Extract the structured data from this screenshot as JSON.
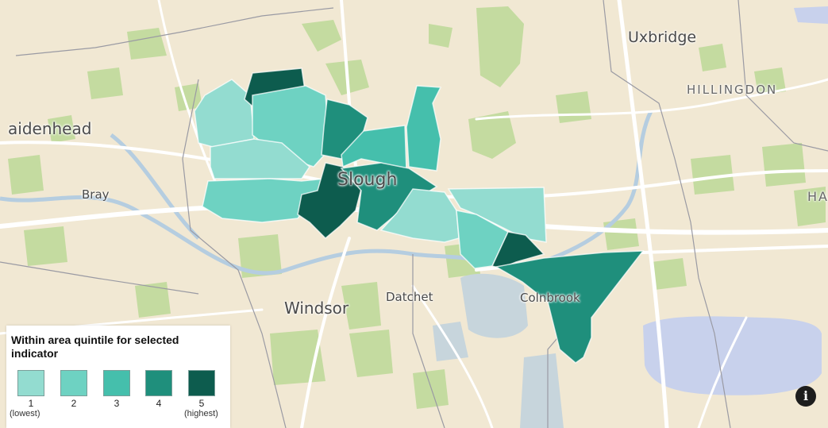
{
  "places": [
    {
      "key": "uxbridge",
      "label": "Uxbridge"
    },
    {
      "key": "hillingdon",
      "label": "HILLINGDON"
    },
    {
      "key": "maidenhead",
      "label": "aidenhead"
    },
    {
      "key": "bray",
      "label": "Bray"
    },
    {
      "key": "slough",
      "label": "Slough"
    },
    {
      "key": "ha",
      "label": "HA"
    },
    {
      "key": "windsor",
      "label": "Windsor"
    },
    {
      "key": "datchet",
      "label": "Datchet"
    },
    {
      "key": "colnbrook",
      "label": "Colnbrook"
    }
  ],
  "quintile_colors": [
    "#93dcd0",
    "#6ed2c2",
    "#45bfac",
    "#1f8f7c",
    "#0d5c4e"
  ],
  "legend": {
    "title": "Within area quintile for selected indicator",
    "items": [
      {
        "num": "1",
        "sub": "(lowest)"
      },
      {
        "num": "2",
        "sub": ""
      },
      {
        "num": "3",
        "sub": ""
      },
      {
        "num": "4",
        "sub": ""
      },
      {
        "num": "5",
        "sub": "(highest)"
      }
    ]
  },
  "info_button": {
    "label": "i"
  }
}
